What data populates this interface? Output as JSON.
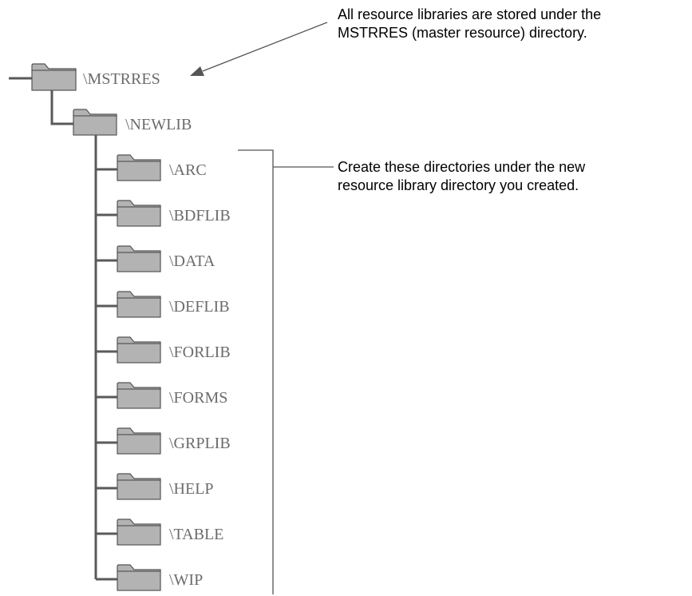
{
  "root": {
    "label": "\\MSTRRES",
    "icon": "folder-icon"
  },
  "library": {
    "label": "\\NEWLIB",
    "icon": "folder-icon"
  },
  "subdirectories": [
    {
      "label": "\\ARC"
    },
    {
      "label": "\\BDFLIB"
    },
    {
      "label": "\\DATA"
    },
    {
      "label": "\\DEFLIB"
    },
    {
      "label": "\\FORLIB"
    },
    {
      "label": "\\FORMS"
    },
    {
      "label": "\\GRPLIB"
    },
    {
      "label": "\\HELP"
    },
    {
      "label": "\\TABLE"
    },
    {
      "label": "\\WIP"
    }
  ],
  "callouts": {
    "master": {
      "line1": "All resource libraries are stored under the",
      "line2": "MSTRRES (master resource) directory."
    },
    "create": {
      "line1": "Create these directories under the new",
      "line2": "resource library directory you created."
    }
  },
  "colors": {
    "folder_fill": "#b3b3b3",
    "line": "#5a5a5a",
    "label": "#6b6b6b"
  }
}
